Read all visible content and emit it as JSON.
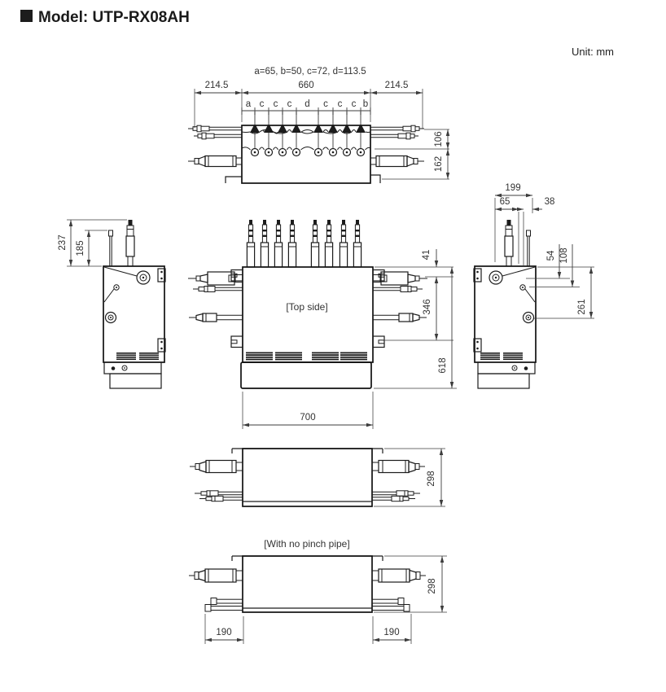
{
  "header": {
    "title": "Model: UTP-RX08AH",
    "unit": "Unit: mm"
  },
  "front_view": {
    "formula": "a=65, b=50, c=72, d=113.5",
    "dim_left": "214.5",
    "dim_width": "660",
    "dim_right": "214.5",
    "pitch_labels": [
      "a",
      "c",
      "c",
      "c",
      "d",
      "c",
      "c",
      "c",
      "b"
    ],
    "dim_106": "106",
    "dim_162": "162"
  },
  "left_view": {
    "dim_237": "237",
    "dim_185": "185"
  },
  "top_view": {
    "label": "[Top side]",
    "dim_41": "41",
    "dim_346": "346",
    "dim_618": "618",
    "dim_700": "700"
  },
  "right_view": {
    "dim_199": "199",
    "dim_65": "65",
    "dim_38": "38",
    "dim_54": "54",
    "dim_108": "108",
    "dim_261": "261"
  },
  "bottom_view": {
    "dim_298": "298"
  },
  "no_pinch_view": {
    "label": "[With no pinch pipe]",
    "dim_298": "298",
    "dim_190_left": "190",
    "dim_190_right": "190"
  }
}
